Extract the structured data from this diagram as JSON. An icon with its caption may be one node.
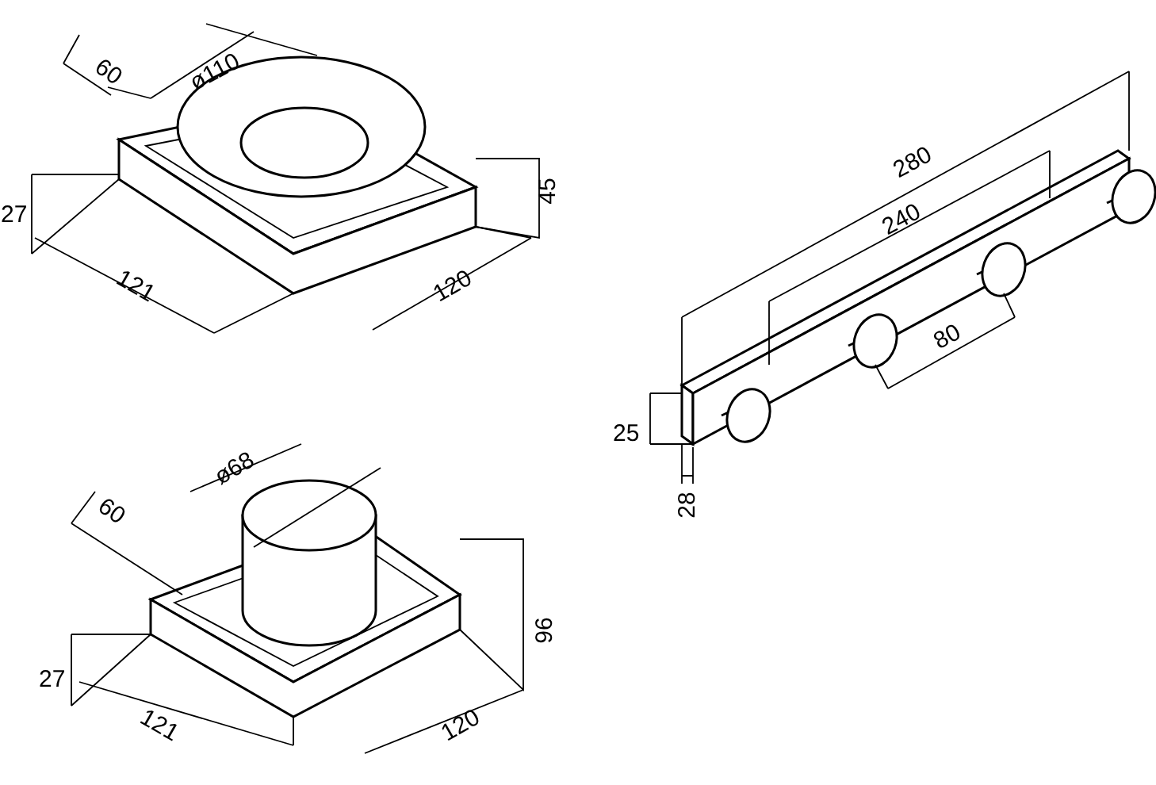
{
  "diagram": {
    "labels": [
      "60",
      "ø110",
      "27",
      "45",
      "121",
      "120",
      "280",
      "240",
      "80",
      "25",
      "28",
      "ø68",
      "60",
      "96",
      "27",
      "121",
      "120"
    ]
  }
}
